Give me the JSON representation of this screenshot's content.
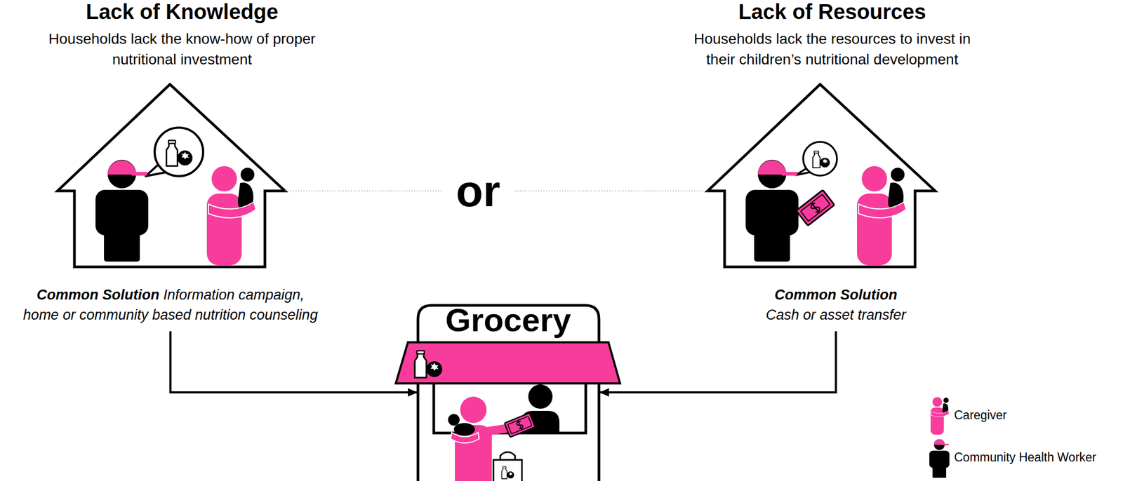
{
  "diagram": {
    "nodes": [
      {
        "text": [
          "Lack of Knowledge",
          "Households lack the know-how of proper nutritional investment",
          "Common Solution",
          "Information campaign, home or community based nutrition counseling"
        ]
      },
      {
        "text": [
          "Lack of Resources",
          "Households lack the resources to invest in their children’s nutritional development",
          "Common Solution",
          "Cash or asset transfer"
        ]
      },
      {
        "text": [
          "Grocery"
        ]
      }
    ],
    "edges": [
      {
        "from": 0,
        "to": 1,
        "arrow": "none",
        "label": "or"
      },
      {
        "from": 0,
        "to": 2,
        "arrow": "to"
      },
      {
        "from": 1,
        "to": 2,
        "arrow": "to"
      }
    ],
    "legend": [
      {
        "text": "Caregiver"
      },
      {
        "text": "Community Health Worker"
      }
    ]
  }
}
